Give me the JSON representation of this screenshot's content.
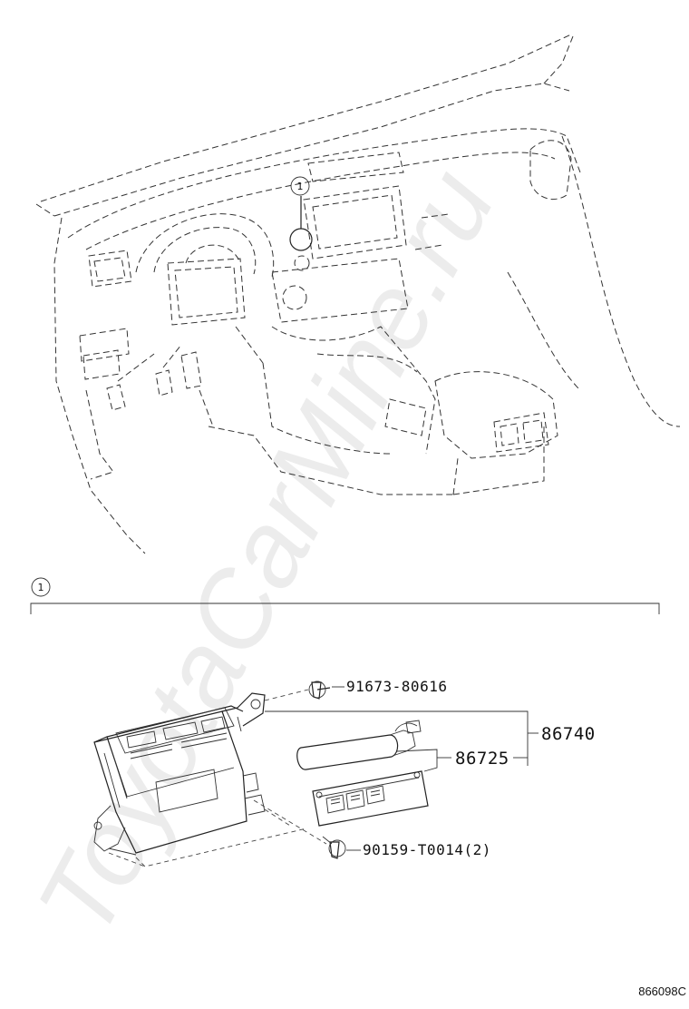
{
  "watermark": "ToyotaCarMine.ru",
  "callout": {
    "number": "1"
  },
  "section_marker": {
    "number": "1"
  },
  "parts": [
    {
      "number": "91673-80616"
    },
    {
      "number": "86740"
    },
    {
      "number": "86725"
    },
    {
      "number": "90159-T0014(2)"
    }
  ],
  "figure_code": "866098C"
}
